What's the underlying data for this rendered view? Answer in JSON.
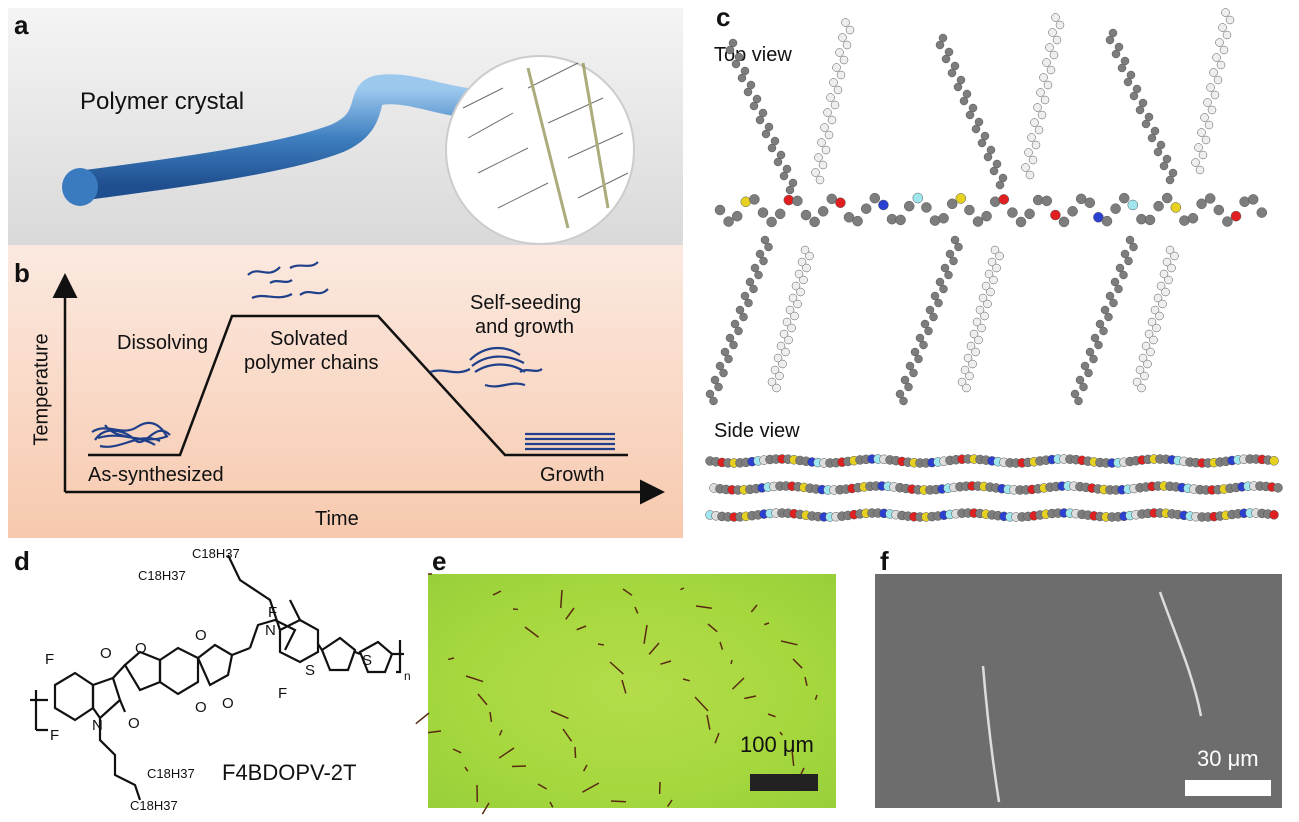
{
  "panels": {
    "a": {
      "letter": "a",
      "title": "Polymer crystal"
    },
    "b": {
      "letter": "b",
      "y_axis": "Temperature",
      "x_axis": "Time",
      "stages": {
        "as_synthesized": "As-synthesized",
        "dissolving": "Dissolving",
        "solvated_line1": "Solvated",
        "solvated_line2": "polymer chains",
        "seeding_line1": "Self-seeding",
        "seeding_line2": "and growth",
        "growth": "Growth"
      }
    },
    "c": {
      "letter": "c",
      "top_view": "Top view",
      "side_view": "Side view"
    },
    "d": {
      "letter": "d",
      "side_chain": "C18H37",
      "atoms": {
        "F": "F",
        "O": "O",
        "N": "N",
        "S": "S",
        "n": "n"
      },
      "compound": "F4BDOPV-2T"
    },
    "e": {
      "letter": "e",
      "scale": "100 μm"
    },
    "f": {
      "letter": "f",
      "scale": "30 μm"
    }
  },
  "colors": {
    "line": "#1f3f8a",
    "tube": "#4f8fc8",
    "atom_c": "#7d7d7d",
    "atom_o": "#e02020",
    "atom_n": "#2b3fd0",
    "atom_s": "#e6d020",
    "atom_f": "#9fe6ee"
  }
}
